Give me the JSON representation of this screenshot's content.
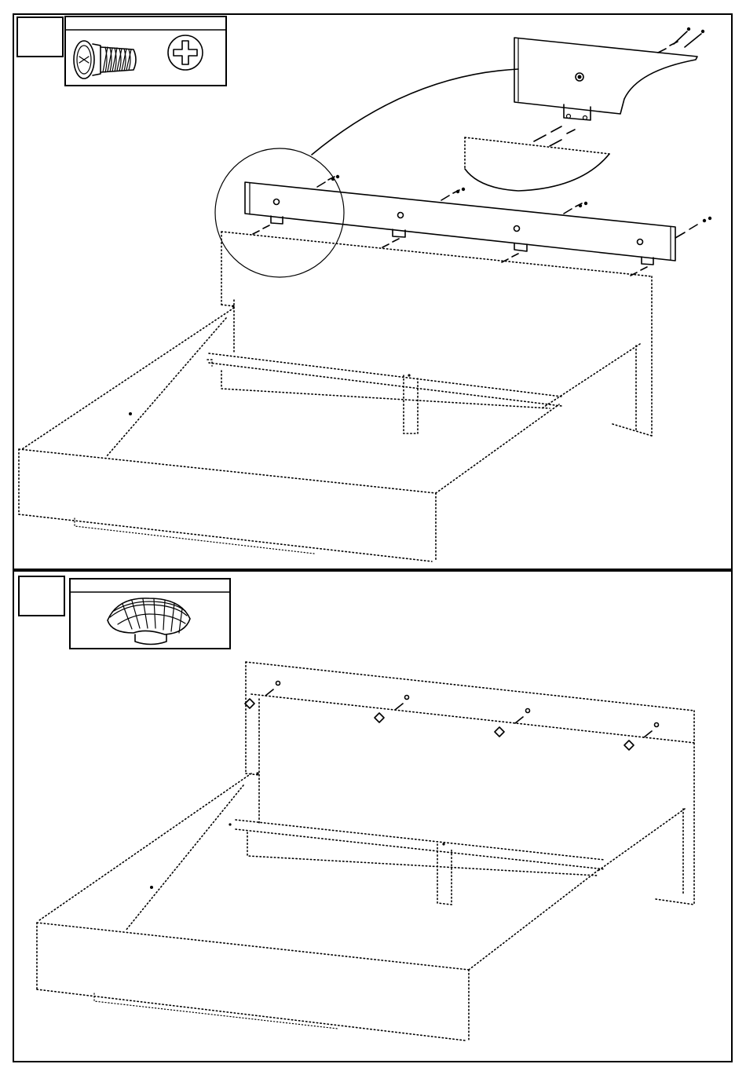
{
  "sheet": {
    "panels": [
      {
        "step_number": "",
        "hardware_icons": [
          "phillips-screw-icon",
          "phillips-screwdriver-icon"
        ],
        "parts_shown": [
          "headboard-rail",
          "headboard-bracket",
          "screws",
          "bed-frame-outline"
        ]
      },
      {
        "step_number": "",
        "hardware_icons": [
          "screw-cap-icon"
        ],
        "parts_shown": [
          "screw-caps",
          "bed-frame-outline"
        ]
      }
    ],
    "colors": {
      "ink": "#000000",
      "paper": "#ffffff",
      "cap_top": "#cccccc"
    }
  }
}
